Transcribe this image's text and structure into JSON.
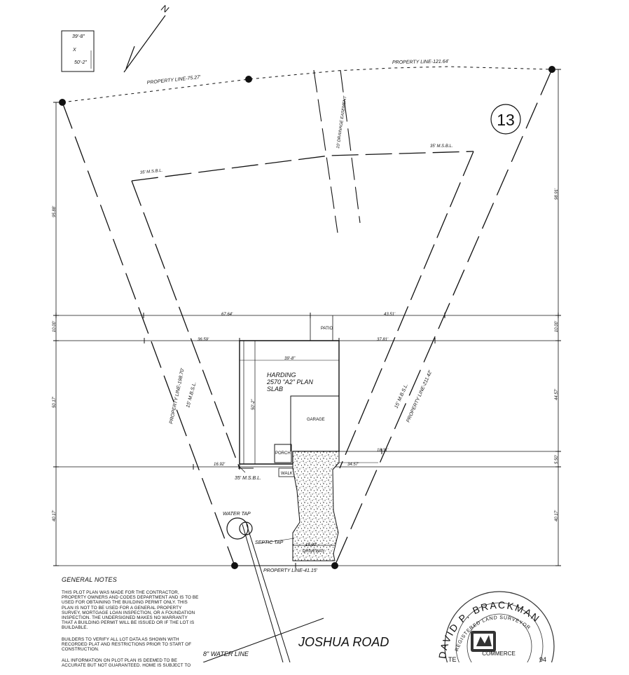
{
  "north_label": "N",
  "size_box": {
    "width": "39'-8\"",
    "sep": "X",
    "depth": "50'-2\""
  },
  "lot_number": "13",
  "labels": {
    "property_line_top_left": "PROPERTY LINE-75.27'",
    "property_line_top_right": "PROPERTY LINE-121.64'",
    "drainage_easement": "10' DRAINAGE EASEMENT",
    "msbl_rear_left": "35' M.S.B.L.",
    "msbl_rear_right": "35' M.S.B.L.",
    "msbl_front": "35' M.S.B.L.",
    "msbl_side_left": "15' M.B.S.L.",
    "msbl_side_right": "15' M.B.S.L.",
    "property_line_left": "PROPERTY LINE-198.70'",
    "property_line_right": "PROPERTY LINE-211.42'",
    "property_line_bottom": "PROPERTY LINE-41.15'",
    "patio": "PATIO",
    "garage": "GARAGE",
    "porch": "PORCH",
    "walk": "WALK",
    "driveway": "DRIVEWAY",
    "water_tap": "WATER TAP",
    "septic_tap": "SEPTIC TAP",
    "water_line": "8\" WATER LINE",
    "road": "JOSHUA ROAD",
    "house_name": "HARDING",
    "house_plan": "2570 \"A2\" PLAN",
    "house_foundation": "SLAB"
  },
  "dimensions": {
    "d_67_64": "67.64'",
    "d_43_51": "43.51'",
    "d_36_59": "36.59'",
    "d_37_81": "37.81'",
    "d_39_8": "39'-8\"",
    "d_50_2": "50'-2\"",
    "d_16_92": "16.92'",
    "d_34_57": "34.57'",
    "d_18_31": "18.31'",
    "d_15_00": "15.00'",
    "left_95_88": "95.88'",
    "left_10_00": "10.00'",
    "left_50_17": "50.17'",
    "left_40_17": "40.17'",
    "right_98_91": "98.91'",
    "right_10_00": "10.00'",
    "right_44_57": "44.57'",
    "right_5_50": "5.50'",
    "right_40_17": "40.17'"
  },
  "notes": {
    "title": "GENERAL NOTES",
    "p1": "THIS PLOT PLAN WAS MADE FOR THE CONTRACTOR, PROPERTY OWNERS AND CODES DEPARTMENT AND IS TO BE USED FOR OBTAINING THE BUILDING PERMIT ONLY. THIS PLAN IS NOT TO BE USED FOR A GENERAL PROPERTY SURVEY, MORTGAGE LOAN INSPECTION, OR A FOUNDATION INSPECTION. THE UNDERSIGNED MAKES NO WARRANTY THAT A BUILDING PERMIT WILL BE ISSUED OR IF THE LOT IS BUILDABLE.",
    "p2": "BUILDERS TO VERIFY ALL LOT DATA AS SHOWN WITH RECORDED PLAT AND RESTRICTIONS PRIOR TO START OF CONSTRUCTION.",
    "p3": "ALL INFORMATION ON PLOT PLAN IS DEEMED TO BE ACCURATE BUT NOT GUARANTEED. HOME IS SUBJECT TO"
  },
  "seal": {
    "name": "DAVID P. BRACKMAN",
    "inner": "REGISTERED LAND SURVEYOR",
    "state_left": "TE",
    "number": "94",
    "center": "COMMERCE"
  }
}
